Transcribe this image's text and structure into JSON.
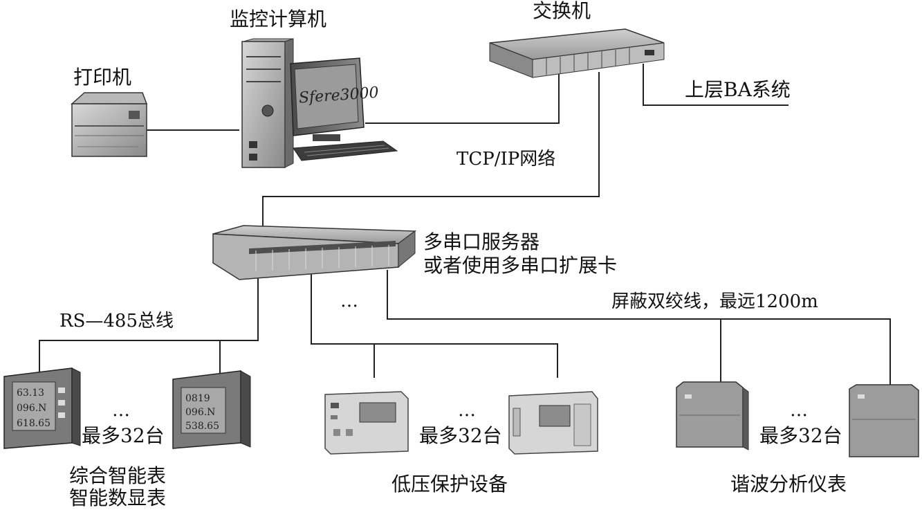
{
  "labels": {
    "printer": "打印机",
    "monitor_pc": "监控计算机",
    "monitor_screen": "Sfere3000",
    "switch": "交换机",
    "upper_ba": "上层BA系统",
    "tcpip": "TCP/IP网络",
    "serial_server_line1": "多串口服务器",
    "serial_server_line2": "或者使用多串口扩展卡",
    "rs485": "RS—485总线",
    "shielded_cable": "屏蔽双绞线，最远1200m",
    "ellipsis": "…",
    "max_units": "最多32台",
    "group1_line1": "综合智能表",
    "group1_line2": "智能数显表",
    "group2": "低压保护设备",
    "group3": "谐波分析仪表"
  },
  "meter_readings": [
    "63.13",
    "096.N",
    "618.65"
  ],
  "meter_readings_b": [
    "0819",
    "096.N",
    "538.65"
  ]
}
